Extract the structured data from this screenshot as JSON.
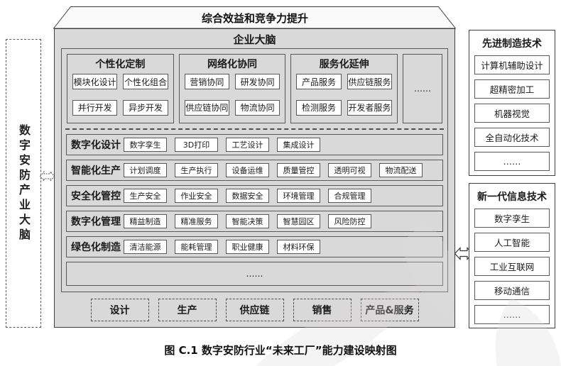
{
  "banner": {
    "label": "综合效益和竞争力提升"
  },
  "brain": {
    "title": "企业大脑",
    "categories": [
      {
        "title": "个性化定制",
        "items": [
          "模块化设计",
          "个性化组合",
          "并行开发",
          "异步开发"
        ]
      },
      {
        "title": "网络化协同",
        "items": [
          "营销协同",
          "研发协同",
          "供应链协同",
          "物流协同"
        ]
      },
      {
        "title": "服务化延伸",
        "items": [
          "产品服务",
          "供应链服务",
          "检测服务",
          "开发者服务"
        ]
      }
    ],
    "categories_ellipsis": "……",
    "capability_rows": [
      {
        "label": "数字化设计",
        "items": [
          "数字孪生",
          "3D打印",
          "工艺设计",
          "集成设计"
        ]
      },
      {
        "label": "智能化生产",
        "items": [
          "计划调度",
          "生产执行",
          "设备运维",
          "质量管控",
          "透明可视",
          "物流配送"
        ]
      },
      {
        "label": "安全化管控",
        "items": [
          "生产安全",
          "作业安全",
          "数据安全",
          "环境管理",
          "合规管理"
        ]
      },
      {
        "label": "数字化管理",
        "items": [
          "精益制造",
          "精准服务",
          "智能决策",
          "智慧园区",
          "风险防控"
        ]
      },
      {
        "label": "绿色化制造",
        "items": [
          "清洁能源",
          "能耗管理",
          "职业健康",
          "材料环保"
        ]
      }
    ],
    "rows_ellipsis": "……",
    "value_chain": [
      "设计",
      "生产",
      "供应链",
      "销售",
      "产品&服务"
    ]
  },
  "left_panel": {
    "label": "数字安防产业大脑"
  },
  "right_panels": [
    {
      "title": "先进制造技术",
      "items": [
        "计算机辅助设计",
        "超精密加工",
        "机器视觉",
        "全自动化技术",
        "……"
      ]
    },
    {
      "title": "新一代信息技术",
      "items": [
        "数字孪生",
        "人工智能",
        "工业互联网",
        "移动通信",
        "……"
      ]
    }
  ],
  "caption": "图 C.1 数字安防行业“未来工厂”能力建设映射图",
  "colors": {
    "panel_fill": "#d9d9d9",
    "lid_fill": "#fafafa",
    "border_dark": "#404040",
    "border_mid": "#595959",
    "item_fill": "#ffffff"
  }
}
